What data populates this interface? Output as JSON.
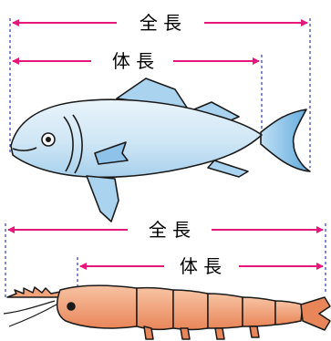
{
  "labels": {
    "fish_total_length": "全 長",
    "fish_body_length": "体 長",
    "shrimp_total_length": "全 長",
    "shrimp_body_length": "体 長"
  },
  "colors": {
    "arrow": "#e6177a",
    "guide": "#2f3db0",
    "fish_body": "#cfe6f5",
    "fish_fin": "#a9d3ef",
    "shrimp_body": "#f1a37a",
    "shrimp_dark": "#d86a45",
    "outline": "#1a1a1a"
  }
}
